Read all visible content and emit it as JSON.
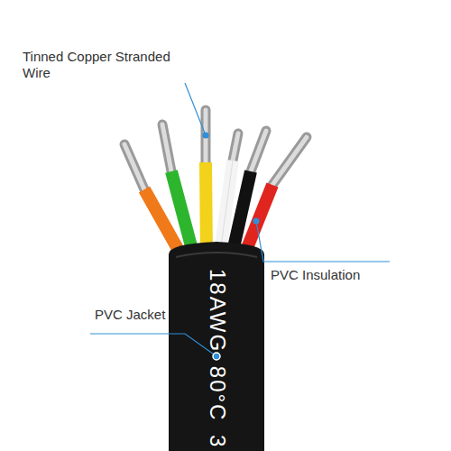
{
  "diagram": {
    "labels": [
      "Tinned Copper Stranded Wire",
      "PVC Insulation",
      "PVC Jacket",
      "18AWG 80°C 3"
    ]
  }
}
